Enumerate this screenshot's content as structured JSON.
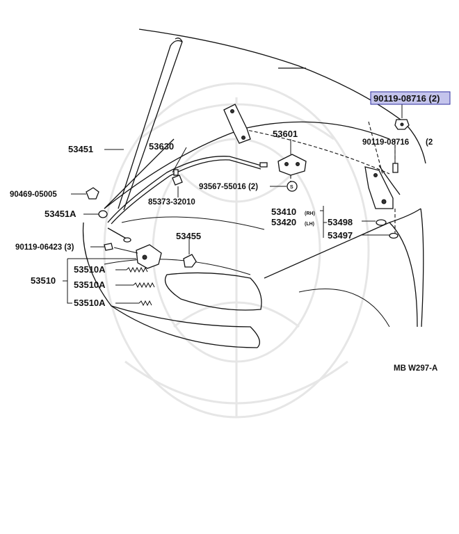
{
  "callouts": {
    "p90119_08716_top": "90119-08716 (2)",
    "p90119_08716": "90119-08716",
    "p90119_08716_qty": "(2",
    "p53601": "53601",
    "p53451": "53451",
    "p53630": "53630",
    "p93567": "93567-55016 (2)",
    "s_mark": "S",
    "p90469": "90469-05005",
    "p85373": "85373-32010",
    "p53451A": "53451A",
    "p53410": "53410",
    "p53410_side": "(RH)",
    "p53420": "53420",
    "p53420_side": "(LH)",
    "p53498": "53498",
    "p53497": "53497",
    "p53455": "53455",
    "p90119_06423": "90119-06423 (3)",
    "p53510A_1": "53510A",
    "p53510": "53510",
    "p53510A_2": "53510A",
    "p53510A_3": "53510A",
    "diagram_code": "MB W297-A"
  },
  "colors": {
    "highlight_fill": "#c4c4ec",
    "highlight_border": "#3030a0",
    "line": "#111111",
    "watermark": "#e6e6e6"
  }
}
